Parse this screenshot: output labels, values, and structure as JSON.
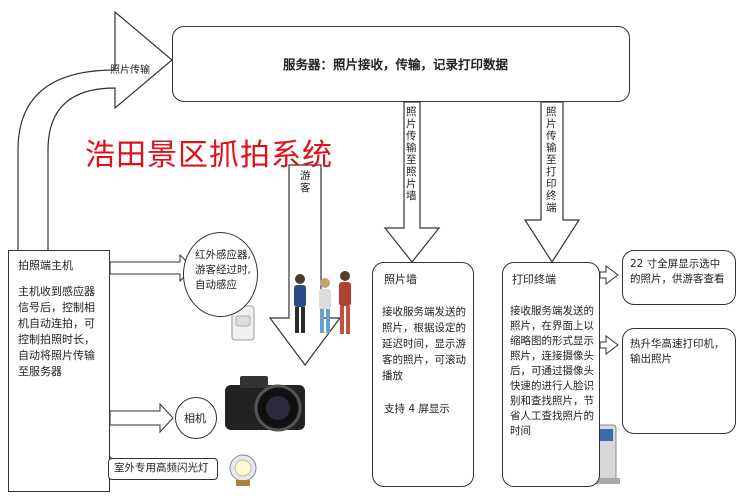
{
  "title": "浩田景区抓拍系统",
  "server": {
    "label": "服务器：照片接收，传输，记录打印数据"
  },
  "edge_labels": {
    "photo_transfer": "照片传输",
    "to_photo_wall": "照片传输至照片墙",
    "to_print_terminal": "照片传输至打印终端",
    "tourist": "游客"
  },
  "host": {
    "heading": "拍照端主机",
    "body": "主机收到感应器信号后，控制相机自动连拍，可控制拍照时长，自动将照片传输至服务器"
  },
  "sensor": {
    "label": "红外感应器,游客经过时,自动感应"
  },
  "camera": {
    "label": "相机"
  },
  "flash": {
    "label": "室外专用高频闪光灯"
  },
  "photo_wall": {
    "heading": "照片墙",
    "body": "接收服务端发送的照片，根据设定的延迟时间，显示游客的照片，可滚动播放",
    "note": "支持 4 屏显示"
  },
  "print_terminal": {
    "heading": "打印终端",
    "body": "接收服务端发送的照片，在界面上以缩略图的形式显示照片，连接摄像头后，可通过摄像头快速的进行人脸识别和查找照片，节省人工查找照片的时间"
  },
  "display": {
    "label": "22 寸全屏显示选中的照片，供游客查看"
  },
  "printer": {
    "label": "热升华高速打印机，输出照片"
  }
}
